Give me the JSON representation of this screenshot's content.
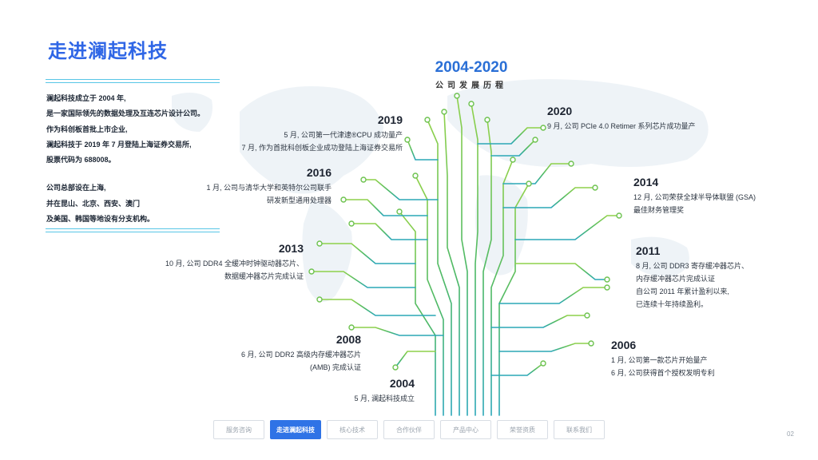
{
  "page": {
    "title": "走进澜起科技",
    "intro": [
      "澜起科技成立于 2004 年,",
      "是一家国际领先的数据处理及互连芯片设计公司。",
      "作为科创板首批上市企业,",
      "澜起科技于 2019 年 7 月登陆上海证券交易所,",
      "股票代码为 688008。",
      "",
      "公司总部设在上海,",
      "并在昆山、北京、西安、澳门",
      "及美国、韩国等地设有分支机构。"
    ],
    "page_number": "02"
  },
  "timeline": {
    "period": "2004-2020",
    "subtitle": "公司发展历程",
    "events": [
      {
        "year": "2019",
        "lines": [
          "5 月, 公司第一代津逮®CPU 成功量产",
          "7 月, 作为首批科创板企业成功登陆上海证券交易所"
        ]
      },
      {
        "year": "2016",
        "lines": [
          "1 月, 公司与清华大学和英特尔公司联手",
          "研发新型通用处理器"
        ]
      },
      {
        "year": "2013",
        "lines": [
          "10 月, 公司 DDR4 全缓冲时钟驱动器芯片、",
          "数据缓冲器芯片完成认证"
        ]
      },
      {
        "year": "2008",
        "lines": [
          "6 月, 公司 DDR2 高级内存缓冲器芯片",
          "(AMB) 完成认证"
        ]
      },
      {
        "year": "2004",
        "lines": [
          "5 月, 澜起科技成立"
        ]
      },
      {
        "year": "2020",
        "lines": [
          "9 月, 公司 PCIe 4.0 Retimer 系列芯片成功量产"
        ]
      },
      {
        "year": "2014",
        "lines": [
          "12 月, 公司荣获全球半导体联盟 (GSA)",
          "最佳财务管理奖"
        ]
      },
      {
        "year": "2011",
        "lines": [
          "8 月, 公司 DDR3 寄存缓冲器芯片、",
          "内存缓冲器芯片完成认证",
          "自公司 2011 年累计盈利以来,",
          "已连续十年持续盈利。"
        ]
      },
      {
        "year": "2006",
        "lines": [
          "1 月, 公司第一款芯片开始量产",
          "6 月, 公司获得首个授权发明专利"
        ]
      }
    ]
  },
  "nav": {
    "tabs": [
      "服务咨询",
      "走进澜起科技",
      "核心技术",
      "合作伙伴",
      "产品中心",
      "荣誉资质",
      "联系我们"
    ],
    "active_index": 1
  },
  "colors": {
    "brand_blue": "#2f66e6",
    "green": "#5cc04a",
    "teal": "#2aa7b8",
    "cyan_rule": "#58c6e6"
  },
  "icons": {
    "map": "world-map-icon"
  }
}
